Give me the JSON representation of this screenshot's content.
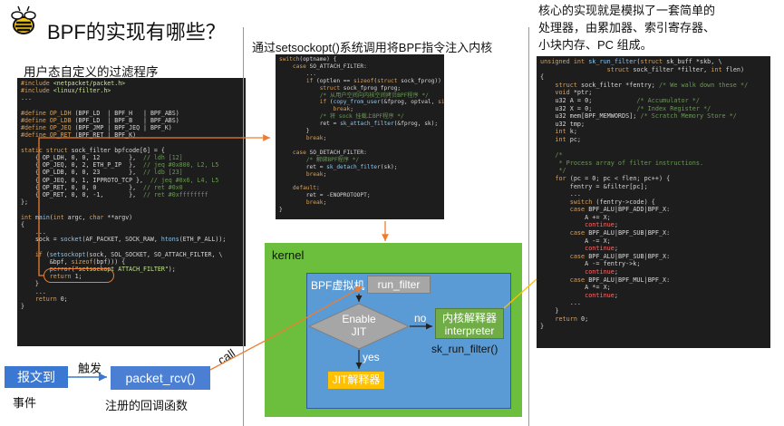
{
  "title": "BPF的实现有哪些？",
  "labels": {
    "user_filter": "用户态自定义的过滤程序",
    "setsockopt_note": "通过setsockopt()系统调用将BPF指令注入内核",
    "core_desc_1": "核心的实现就是模拟了一套简单的",
    "core_desc_2": "处理器，由累加器、索引寄存器、",
    "core_desc_3": "小块内存、PC 组成。",
    "kernel": "kernel",
    "bpf_vm": "BPF虚拟机",
    "run_filter": "run_filter",
    "enable_jit_1": "Enable",
    "enable_jit_2": "JIT",
    "no": "no",
    "yes": "yes",
    "kernel_interp_1": "内核解释器",
    "kernel_interp_2": "interpreter",
    "sk_run_filter": "sk_run_filter()",
    "jit_interp": "JIT解释器",
    "packet_arrive": "报文到",
    "trigger": "触发",
    "packet_rcv": "packet_rcv()",
    "event": "事件",
    "callback": "注册的回调函数",
    "call": "call"
  },
  "colors": {
    "kernel_bg": "#6bbf3c",
    "vm_bg": "#5b9bd5",
    "arrow_orange": "#ed7d31",
    "box_blue": "#3b78d1",
    "jit_yellow": "#ffc000"
  }
}
